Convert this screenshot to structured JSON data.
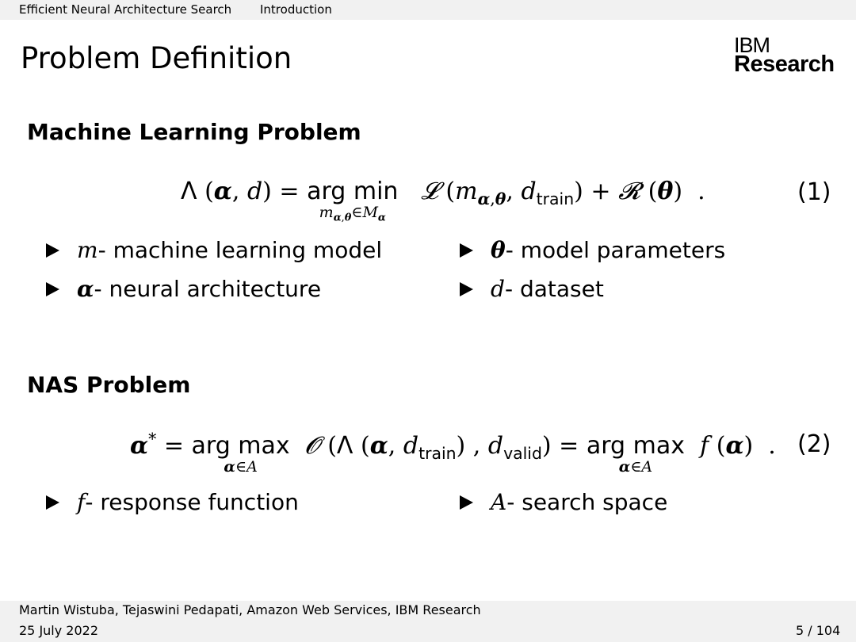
{
  "header": {
    "talk_title": "Efficient Neural Architecture Search",
    "section": "Introduction"
  },
  "slide": {
    "title": "Problem Definition",
    "logo": {
      "line1": "IBM",
      "line2": "Research"
    }
  },
  "ml_problem": {
    "heading": "Machine Learning Problem",
    "equation": {
      "lhs": "Λ(α, d) =",
      "operator": "arg min",
      "subscript": "mα,θ∈Mα",
      "rhs": "𝓛(mα,θ, dtrain) + 𝓡(θ) .",
      "number": "(1)"
    },
    "bullets": [
      {
        "symbol": "m",
        "text": " - machine learning model"
      },
      {
        "symbol": "θ",
        "text": " - model parameters"
      },
      {
        "symbol": "α",
        "text": " - neural architecture"
      },
      {
        "symbol": "d",
        "text": " - dataset"
      }
    ]
  },
  "nas_problem": {
    "heading": "NAS Problem",
    "equation": {
      "lhs": "α* =",
      "operator1": "arg max",
      "subscript1": "α∈A",
      "middle": "𝓞(Λ(α, dtrain), dvalid) =",
      "operator2": "arg max",
      "subscript2": "α∈A",
      "rhs": "f(α) .",
      "number": "(2)"
    },
    "bullets": [
      {
        "symbol": "f",
        "text": " - response function"
      },
      {
        "symbol": "A",
        "text": " - search space"
      }
    ]
  },
  "footer": {
    "authors": "Martin Wistuba, Tejaswini Pedapati, Amazon Web Services, IBM Research",
    "date": "25 July 2022",
    "page": "5 / 104"
  }
}
